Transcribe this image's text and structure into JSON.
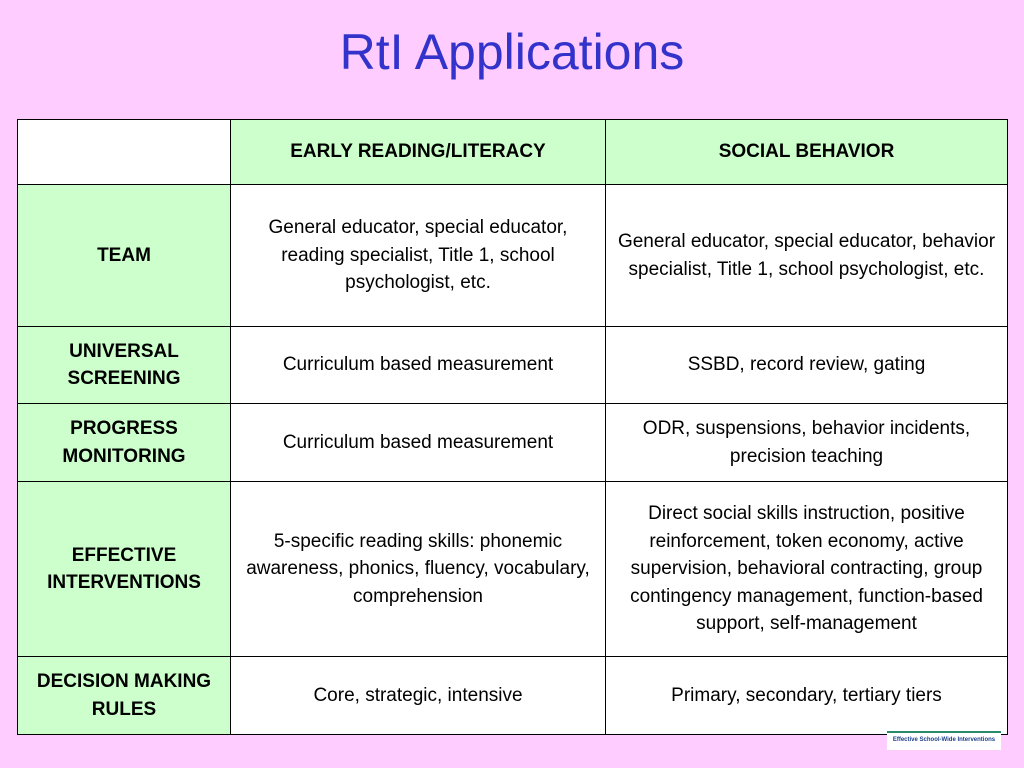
{
  "title": "RtI Applications",
  "table": {
    "headers": [
      "",
      "EARLY READING/LITERACY",
      "SOCIAL BEHAVIOR"
    ],
    "rows": [
      {
        "label": "TEAM",
        "reading": "General educator, special educator, reading specialist, Title 1, school psychologist, etc.",
        "social": "General educator, special educator, behavior specialist, Title 1, school psychologist, etc."
      },
      {
        "label": "UNIVERSAL SCREENING",
        "reading": "Curriculum based measurement",
        "social": "SSBD, record review, gating"
      },
      {
        "label": "PROGRESS MONITORING",
        "reading": "Curriculum based measurement",
        "social": "ODR, suspensions, behavior incidents, precision teaching"
      },
      {
        "label": "EFFECTIVE INTERVENTIONS",
        "reading": "5-specific reading skills: phonemic awareness, phonics, fluency, vocabulary, comprehension",
        "social": "Direct social skills instruction, positive reinforcement, token economy, active supervision, behavioral contracting, group contingency management, function-based support, self-management"
      },
      {
        "label": "DECISION MAKING RULES",
        "reading": "Core, strategic, intensive",
        "social": "Primary, secondary, tertiary tiers"
      }
    ]
  },
  "logo": {
    "text": "Effective School-Wide Interventions"
  },
  "colors": {
    "background": "#ffccff",
    "title": "#3333cc",
    "header_fill": "#ccffcc",
    "cell_fill": "#ffffff"
  }
}
